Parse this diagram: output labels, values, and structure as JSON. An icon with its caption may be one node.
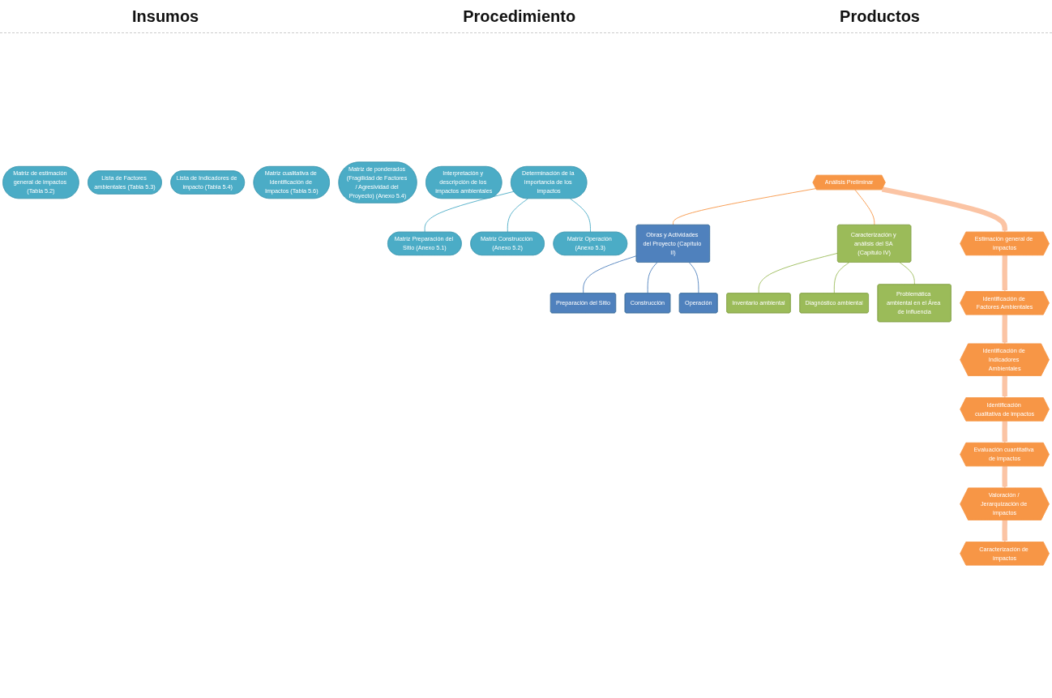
{
  "diagram": {
    "nodes": [
      {
        "text": [
          "Análisis Preliminar"
        ]
      },
      {
        "text": [
          "Obras y Actividades del Proyecto (Capítulo II)"
        ]
      },
      {
        "text": [
          "Preparación del Sitio"
        ]
      },
      {
        "text": [
          "Construcción"
        ]
      },
      {
        "text": [
          "Operación"
        ]
      },
      {
        "text": [
          "Caracterización y análisis del SA (Capítulo IV)"
        ]
      },
      {
        "text": [
          "Inventario ambiental"
        ]
      },
      {
        "text": [
          "Diagnóstico ambiental"
        ]
      },
      {
        "text": [
          "Problemática ambiental en el Área de Influencia"
        ]
      },
      {
        "text": [
          "Estimación general de impactos"
        ]
      },
      {
        "text": [
          "Identificación de Factores Ambientales"
        ]
      },
      {
        "text": [
          "Identificación de Indicadores Ambientales"
        ]
      },
      {
        "text": [
          "Identificación cualitativa de impactos"
        ]
      },
      {
        "text": [
          "Evaluación cuantitativa de impactos"
        ]
      },
      {
        "text": [
          "Valoración / Jerarquización de impactos"
        ]
      },
      {
        "text": [
          "Caracterización de impactos"
        ]
      },
      {
        "text": [
          "Matriz de estimación general de impactos (Tabla 5.2)"
        ]
      },
      {
        "text": [
          "Lista de Factores ambientales (Tabla 5.3)"
        ]
      },
      {
        "text": [
          "Lista de Indicadores de impacto (Tabla 5.4)"
        ]
      },
      {
        "text": [
          "Matriz cualitativa de Identificación de Impactos (Tabla 5.6)"
        ]
      },
      {
        "text": [
          "Determinación de la importancia de los impactos"
        ]
      },
      {
        "text": [
          "Matriz Preparación del Sitio (Anexo 5.1)"
        ]
      },
      {
        "text": [
          "Matriz Construcción (Anexo 5.2)"
        ]
      },
      {
        "text": [
          "Matriz Operación (Anexo 5.3)"
        ]
      },
      {
        "text": [
          "Matriz de ponderados (Fragilidad de Factores / Agresividad del Proyecto) (Anexo 5.4)"
        ]
      },
      {
        "text": [
          "Interpretación y descripción de los impactos ambientales"
        ]
      }
    ],
    "edges": [
      {
        "from": 0,
        "to": 1,
        "arrow": "none",
        "color": "#f79646"
      },
      {
        "from": 0,
        "to": 5,
        "arrow": "none",
        "color": "#f79646"
      },
      {
        "from": 1,
        "to": 2,
        "arrow": "none",
        "color": "#4f81bd"
      },
      {
        "from": 1,
        "to": 3,
        "arrow": "none",
        "color": "#4f81bd"
      },
      {
        "from": 1,
        "to": 4,
        "arrow": "none",
        "color": "#4f81bd"
      },
      {
        "from": 5,
        "to": 6,
        "arrow": "none",
        "color": "#9bbb59"
      },
      {
        "from": 5,
        "to": 7,
        "arrow": "none",
        "color": "#9bbb59"
      },
      {
        "from": 5,
        "to": 8,
        "arrow": "none",
        "color": "#9bbb59"
      },
      {
        "from": 0,
        "to": 9,
        "arrow": "to",
        "style": "thick"
      },
      {
        "from": 9,
        "to": 10,
        "arrow": "to",
        "style": "thick"
      },
      {
        "from": 10,
        "to": 11,
        "arrow": "to",
        "style": "thick"
      },
      {
        "from": 11,
        "to": 12,
        "arrow": "to",
        "style": "thick"
      },
      {
        "from": 12,
        "to": 13,
        "arrow": "to",
        "style": "thick"
      },
      {
        "from": 13,
        "to": 14,
        "arrow": "to",
        "style": "thick"
      },
      {
        "from": 14,
        "to": 15,
        "arrow": "to",
        "style": "thick"
      },
      {
        "from": 20,
        "to": 21,
        "arrow": "none",
        "color": "#4bacc6"
      },
      {
        "from": 20,
        "to": 22,
        "arrow": "none",
        "color": "#4bacc6"
      },
      {
        "from": 20,
        "to": 23,
        "arrow": "none",
        "color": "#4bacc6"
      }
    ],
    "labels": [
      "Insumos",
      "Procedimiento",
      "Productos"
    ]
  }
}
